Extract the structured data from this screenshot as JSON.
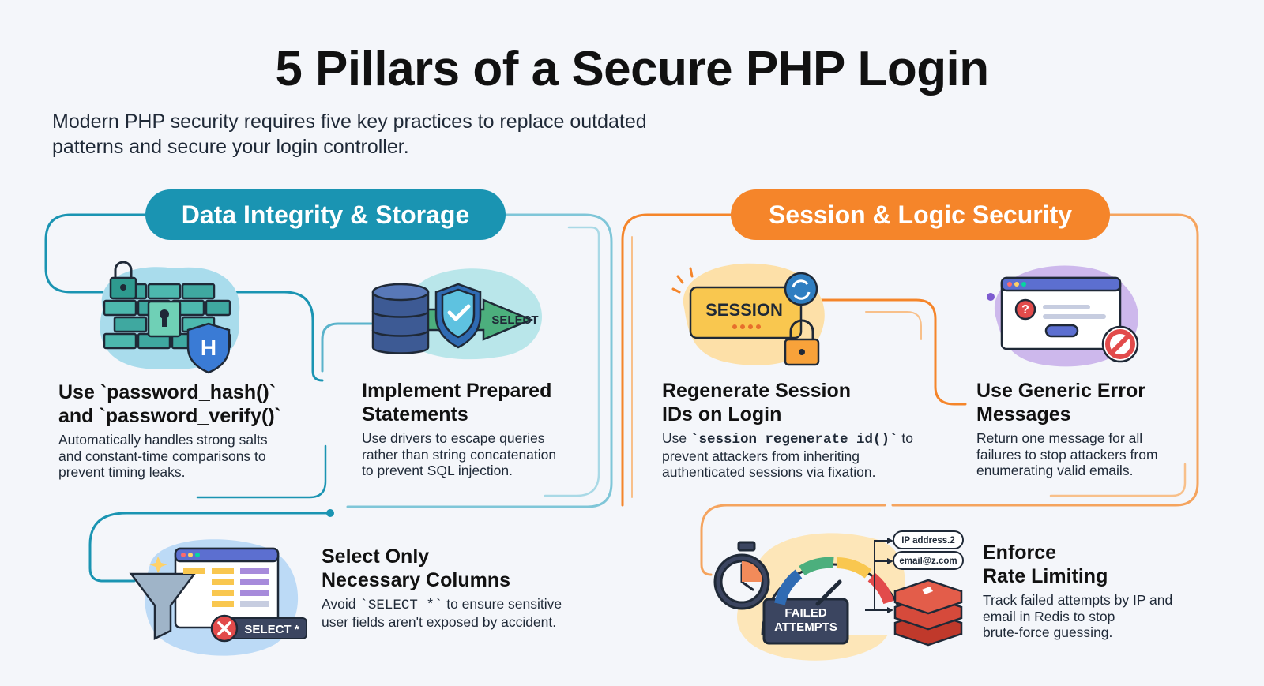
{
  "header": {
    "title": "5 Pillars of a Secure PHP Login",
    "intro": "Modern PHP security requires five key practices to replace outdated patterns and secure your login controller."
  },
  "sections": {
    "left": {
      "label": "Data Integrity & Storage",
      "color": "#1a94b2"
    },
    "right": {
      "label": "Session & Logic Security",
      "color": "#f5852a"
    }
  },
  "pillars": [
    {
      "title": "Use `password_hash()`\nand `password_verify()`",
      "body": "Automatically handles strong salts\nand constant-time comparisons to\nprevent timing leaks."
    },
    {
      "title": "Implement Prepared\nStatements",
      "body": "Use drivers to escape queries\nrather than string concatenation\nto prevent SQL injection.",
      "badge": "SELECT"
    },
    {
      "title": "Select Only\nNecessary Columns",
      "body_prefix": "Avoid ",
      "body_code": "`SELECT *`",
      "body_suffix": " to ensure sensitive\nuser fields aren't exposed by accident.",
      "badge": "SELECT *"
    },
    {
      "title": "Regenerate Session\nIDs on Login",
      "body_prefix": "Use ",
      "body_code": "`session_regenerate_id()`",
      "body_suffix": " to\nprevent attackers from inheriting\nauthenticated sessions via fixation.",
      "badge": "SESSION"
    },
    {
      "title": "Use Generic Error\nMessages",
      "body": "Return one message for all\nfailures to stop attackers from\nenumerating valid emails."
    },
    {
      "title": "Enforce\nRate Limiting",
      "body": "Track failed attempts by IP and\nemail in Redis to stop\nbrute-force guessing.",
      "gauge_label_1": "FAILED",
      "gauge_label_2": "ATTEMPTS",
      "tag_ip": "IP address.2",
      "tag_email": "email@z.com"
    }
  ],
  "icons": [
    "padlock-brick-wall-icon",
    "database-shield-icon",
    "session-card-icon",
    "browser-error-icon",
    "funnel-table-icon",
    "gauge-stopwatch-icon",
    "redis-stack-icon"
  ]
}
